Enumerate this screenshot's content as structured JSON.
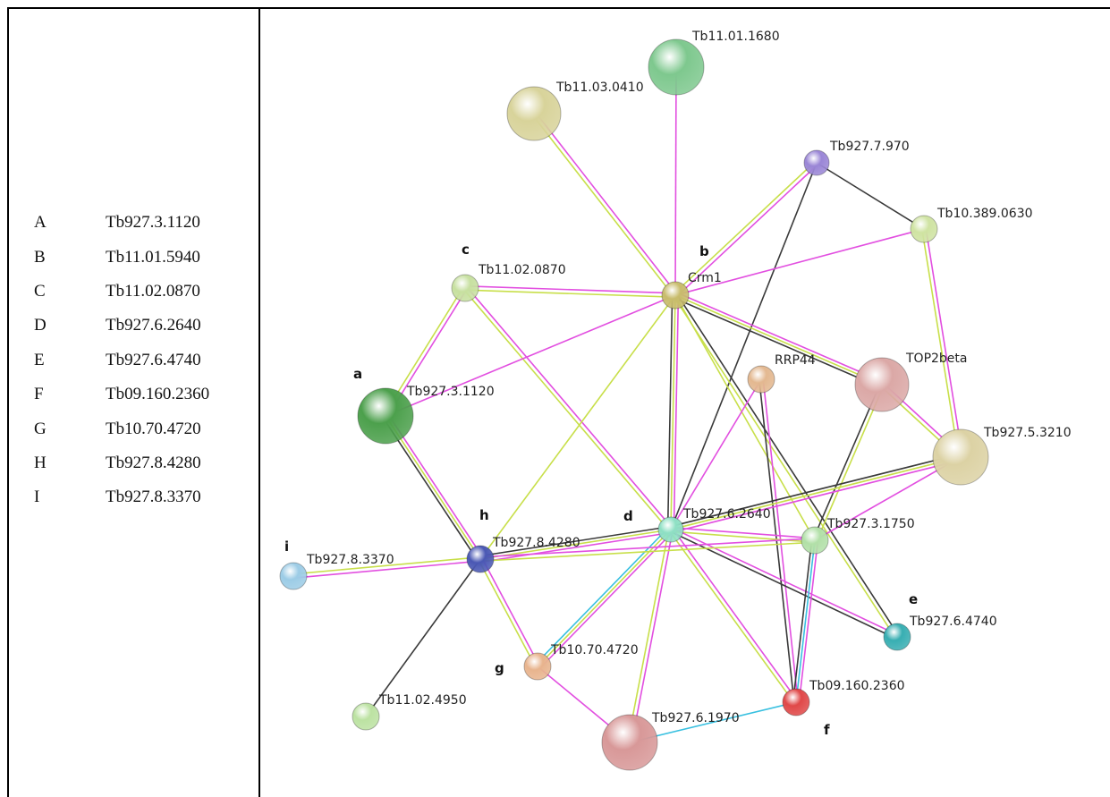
{
  "legend": [
    {
      "letter": "A",
      "id": "Tb927.3.1120"
    },
    {
      "letter": "B",
      "id": "Tb11.01.5940"
    },
    {
      "letter": "C",
      "id": "Tb11.02.0870"
    },
    {
      "letter": "D",
      "id": "Tb927.6.2640"
    },
    {
      "letter": "E",
      "id": "Tb927.6.4740"
    },
    {
      "letter": "F",
      "id": "Tb09.160.2360"
    },
    {
      "letter": "G",
      "id": "Tb10.70.4720"
    },
    {
      "letter": "H",
      "id": "Tb927.8.4280"
    },
    {
      "letter": "I",
      "id": "Tb927.8.3370"
    }
  ],
  "nodes": [
    {
      "id": "Tb11.01.1680",
      "letter": "",
      "color": "#7ec88e"
    },
    {
      "id": "Tb11.03.0410",
      "letter": "",
      "color": "#d8d39a"
    },
    {
      "id": "Tb927.7.970",
      "letter": "",
      "color": "#9a86d6"
    },
    {
      "id": "Tb10.389.0630",
      "letter": "",
      "color": "#cfe3a2"
    },
    {
      "id": "Crm1",
      "letter": "b",
      "color": "#c8bc6c"
    },
    {
      "id": "Tb11.02.0870",
      "letter": "c",
      "color": "#c7e0a0"
    },
    {
      "id": "RRP44",
      "letter": "",
      "color": "#e3b890"
    },
    {
      "id": "TOP2beta",
      "letter": "",
      "color": "#dba8a6"
    },
    {
      "id": "Tb927.3.1120",
      "letter": "a",
      "color": "#4ca04c"
    },
    {
      "id": "Tb927.5.3210",
      "letter": "",
      "color": "#dcd2a4"
    },
    {
      "id": "Tb927.6.2640",
      "letter": "d",
      "color": "#8ee0c4"
    },
    {
      "id": "Tb927.3.1750",
      "letter": "",
      "color": "#b2e0a8"
    },
    {
      "id": "Tb927.8.4280",
      "letter": "h",
      "color": "#4a58b4"
    },
    {
      "id": "Tb927.8.3370",
      "letter": "i",
      "color": "#9ccce6"
    },
    {
      "id": "Tb927.6.4740",
      "letter": "e",
      "color": "#38aeb2"
    },
    {
      "id": "Tb10.70.4720",
      "letter": "g",
      "color": "#e8b48e"
    },
    {
      "id": "Tb11.02.4950",
      "letter": "",
      "color": "#bce2a2"
    },
    {
      "id": "Tb09.160.2360",
      "letter": "f",
      "color": "#e04848"
    },
    {
      "id": "Tb927.6.1970",
      "letter": "",
      "color": "#d89898"
    }
  ],
  "edges": [
    {
      "from": "Tb11.01.1680",
      "to": "Crm1",
      "types": [
        "magenta"
      ]
    },
    {
      "from": "Tb11.03.0410",
      "to": "Crm1",
      "types": [
        "magenta",
        "yellow"
      ]
    },
    {
      "from": "Tb927.7.970",
      "to": "Crm1",
      "types": [
        "magenta",
        "yellow"
      ]
    },
    {
      "from": "Tb927.7.970",
      "to": "Tb10.389.0630",
      "types": [
        "black"
      ]
    },
    {
      "from": "Tb927.7.970",
      "to": "Tb927.6.2640",
      "types": [
        "black"
      ]
    },
    {
      "from": "Tb10.389.0630",
      "to": "Crm1",
      "types": [
        "magenta"
      ]
    },
    {
      "from": "Tb10.389.0630",
      "to": "Tb927.5.3210",
      "types": [
        "magenta",
        "yellow"
      ]
    },
    {
      "from": "Tb11.02.0870",
      "to": "Crm1",
      "types": [
        "magenta",
        "yellow"
      ]
    },
    {
      "from": "Tb11.02.0870",
      "to": "Tb927.3.1120",
      "types": [
        "magenta",
        "yellow"
      ]
    },
    {
      "from": "Tb11.02.0870",
      "to": "Tb927.6.2640",
      "types": [
        "magenta",
        "yellow"
      ]
    },
    {
      "from": "Crm1",
      "to": "Tb927.3.1120",
      "types": [
        "magenta"
      ]
    },
    {
      "from": "Crm1",
      "to": "TOP2beta",
      "types": [
        "magenta",
        "yellow",
        "black"
      ]
    },
    {
      "from": "Crm1",
      "to": "Tb927.6.2640",
      "types": [
        "magenta",
        "yellow",
        "black"
      ]
    },
    {
      "from": "Crm1",
      "to": "Tb927.8.4280",
      "types": [
        "yellow"
      ]
    },
    {
      "from": "Crm1",
      "to": "Tb927.6.4740",
      "types": [
        "black",
        "yellow"
      ]
    },
    {
      "from": "Crm1",
      "to": "Tb927.3.1750",
      "types": [
        "yellow"
      ]
    },
    {
      "from": "Tb927.3.1120",
      "to": "Tb927.8.4280",
      "types": [
        "magenta",
        "yellow",
        "black"
      ]
    },
    {
      "from": "RRP44",
      "to": "Tb927.6.2640",
      "types": [
        "magenta"
      ]
    },
    {
      "from": "RRP44",
      "to": "Tb09.160.2360",
      "types": [
        "magenta",
        "black"
      ]
    },
    {
      "from": "TOP2beta",
      "to": "Tb927.5.3210",
      "types": [
        "magenta",
        "yellow"
      ]
    },
    {
      "from": "TOP2beta",
      "to": "Tb927.3.1750",
      "types": [
        "yellow",
        "black"
      ]
    },
    {
      "from": "Tb927.5.3210",
      "to": "Tb927.6.2640",
      "types": [
        "magenta",
        "yellow",
        "black"
      ]
    },
    {
      "from": "Tb927.5.3210",
      "to": "Tb927.3.1750",
      "types": [
        "magenta"
      ]
    },
    {
      "from": "Tb927.6.2640",
      "to": "Tb927.8.4280",
      "types": [
        "magenta",
        "yellow",
        "black"
      ]
    },
    {
      "from": "Tb927.6.2640",
      "to": "Tb927.3.1750",
      "types": [
        "magenta",
        "yellow"
      ]
    },
    {
      "from": "Tb927.6.2640",
      "to": "Tb927.6.4740",
      "types": [
        "magenta",
        "black"
      ]
    },
    {
      "from": "Tb927.6.2640",
      "to": "Tb10.70.4720",
      "types": [
        "magenta",
        "yellow",
        "cyan"
      ]
    },
    {
      "from": "Tb927.6.2640",
      "to": "Tb09.160.2360",
      "types": [
        "magenta",
        "yellow"
      ]
    },
    {
      "from": "Tb927.6.2640",
      "to": "Tb927.6.1970",
      "types": [
        "magenta",
        "yellow"
      ]
    },
    {
      "from": "Tb927.8.4280",
      "to": "Tb927.8.3370",
      "types": [
        "magenta",
        "yellow"
      ]
    },
    {
      "from": "Tb927.8.4280",
      "to": "Tb927.3.1750",
      "types": [
        "magenta",
        "yellow"
      ]
    },
    {
      "from": "Tb927.8.4280",
      "to": "Tb10.70.4720",
      "types": [
        "magenta",
        "yellow"
      ]
    },
    {
      "from": "Tb927.8.4280",
      "to": "Tb11.02.4950",
      "types": [
        "black"
      ]
    },
    {
      "from": "Tb927.3.1750",
      "to": "Tb09.160.2360",
      "types": [
        "magenta",
        "cyan",
        "black"
      ]
    },
    {
      "from": "Tb10.70.4720",
      "to": "Tb927.6.1970",
      "types": [
        "magenta"
      ]
    },
    {
      "from": "Tb09.160.2360",
      "to": "Tb927.6.1970",
      "types": [
        "cyan"
      ]
    }
  ],
  "colors": {
    "magenta": "#e24fe0",
    "yellow": "#c8df4a",
    "black": "#3a3a3a",
    "cyan": "#38c0e0"
  }
}
